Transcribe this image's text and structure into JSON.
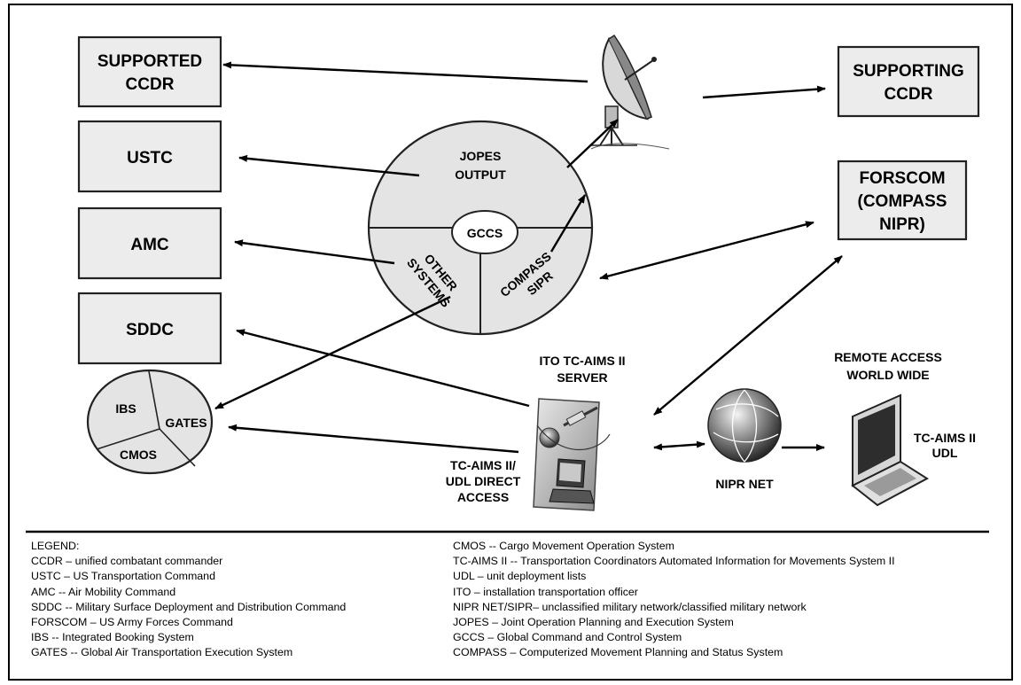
{
  "boxes": {
    "supported_ccdr": [
      "SUPPORTED",
      "CCDR"
    ],
    "ustc": "USTC",
    "amc": "AMC",
    "sddc": "SDDC",
    "supporting_ccdr": [
      "SUPPORTING",
      "CCDR"
    ],
    "forscom": [
      "FORSCOM",
      "(COMPASS",
      "NIPR)"
    ]
  },
  "gccs_circle": {
    "center": "GCCS",
    "top": [
      "JOPES",
      "OUTPUT"
    ],
    "left": [
      "OTHER",
      "SYSTEMS"
    ],
    "right": [
      "COMPASS",
      "SIPR"
    ]
  },
  "small_pie": {
    "slices": [
      "IBS",
      "GATES",
      "CMOS"
    ]
  },
  "labels": {
    "ito_server": [
      "ITO TC-AIMS II",
      "SERVER"
    ],
    "direct_access": [
      "TC-AIMS II/",
      "UDL DIRECT",
      "ACCESS"
    ],
    "nipr_net": "NIPR NET",
    "remote_access": [
      "REMOTE ACCESS",
      "WORLD WIDE"
    ],
    "laptop": [
      "TC-AIMS II",
      "UDL"
    ]
  },
  "icons": [
    "satellite-dish-icon",
    "server-computer-icon",
    "globe-icon",
    "laptop-icon"
  ],
  "legend": {
    "left": [
      "LEGEND:",
      "CCDR – unified combatant commander",
      "USTC – US Transportation Command",
      "AMC  -- Air Mobility Command",
      "SDDC  -- Military Surface Deployment and Distribution Command",
      "FORSCOM – US Army Forces Command",
      "IBS  -- Integrated Booking System",
      "GATES -- Global Air Transportation Execution System"
    ],
    "right": [
      "CMOS -- Cargo Movement Operation System",
      "TC-AIMS II -- Transportation Coordinators Automated Information for Movements System II",
      "UDL  – unit deployment lists",
      "ITO  – installation transportation officer",
      "NIPR NET/SIPR– unclassified military network/classified military network",
      "JOPES – Joint Operation Planning and Execution System",
      "GCCS – Global Command and Control System",
      "COMPASS – Computerized Movement Planning and Status System"
    ]
  }
}
